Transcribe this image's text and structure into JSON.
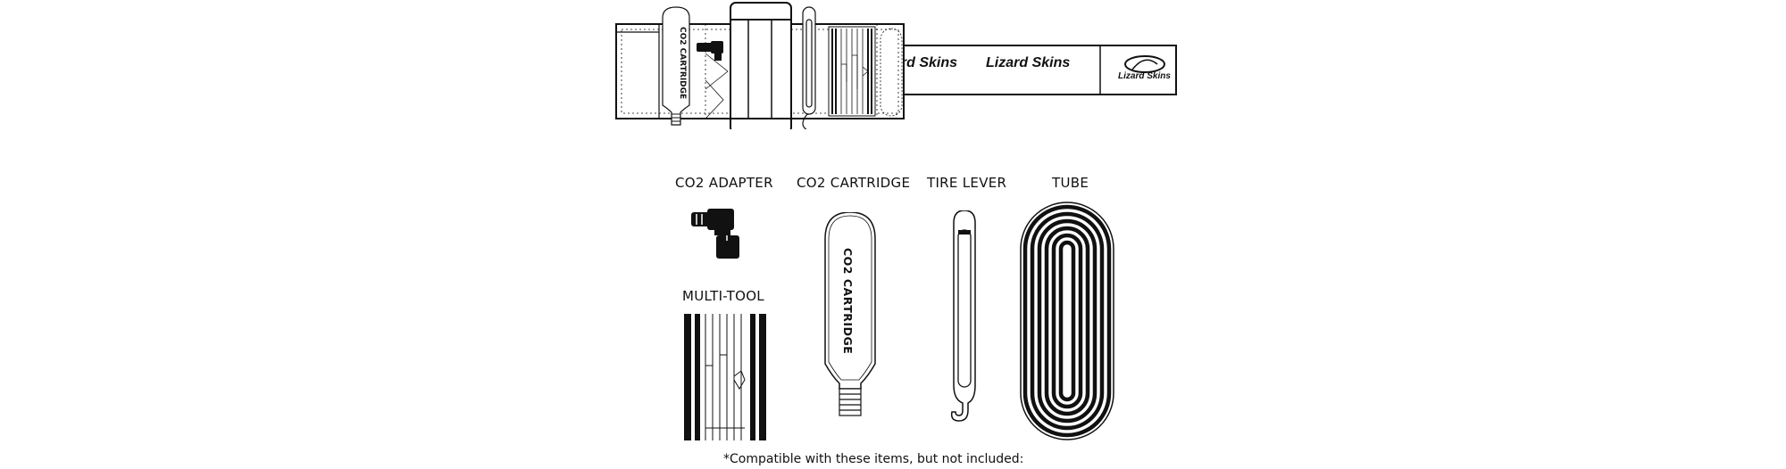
{
  "strap": {
    "brand_repeat": "Lizard Skins",
    "brand_main": "Lizard Skins",
    "logo_text": "Lizard Skins",
    "cartridge_print": "CO2 CARTRIDGE"
  },
  "items": {
    "co2_adapter": "CO2 ADAPTER",
    "co2_cartridge": "CO2 CARTRIDGE",
    "tire_lever": "TIRE LEVER",
    "tube": "TUBE",
    "multi_tool": "MULTI-TOOL"
  },
  "cartridge_print": "CO2 CARTRIDGE",
  "footnote": "*Compatible with these items, but not included:"
}
